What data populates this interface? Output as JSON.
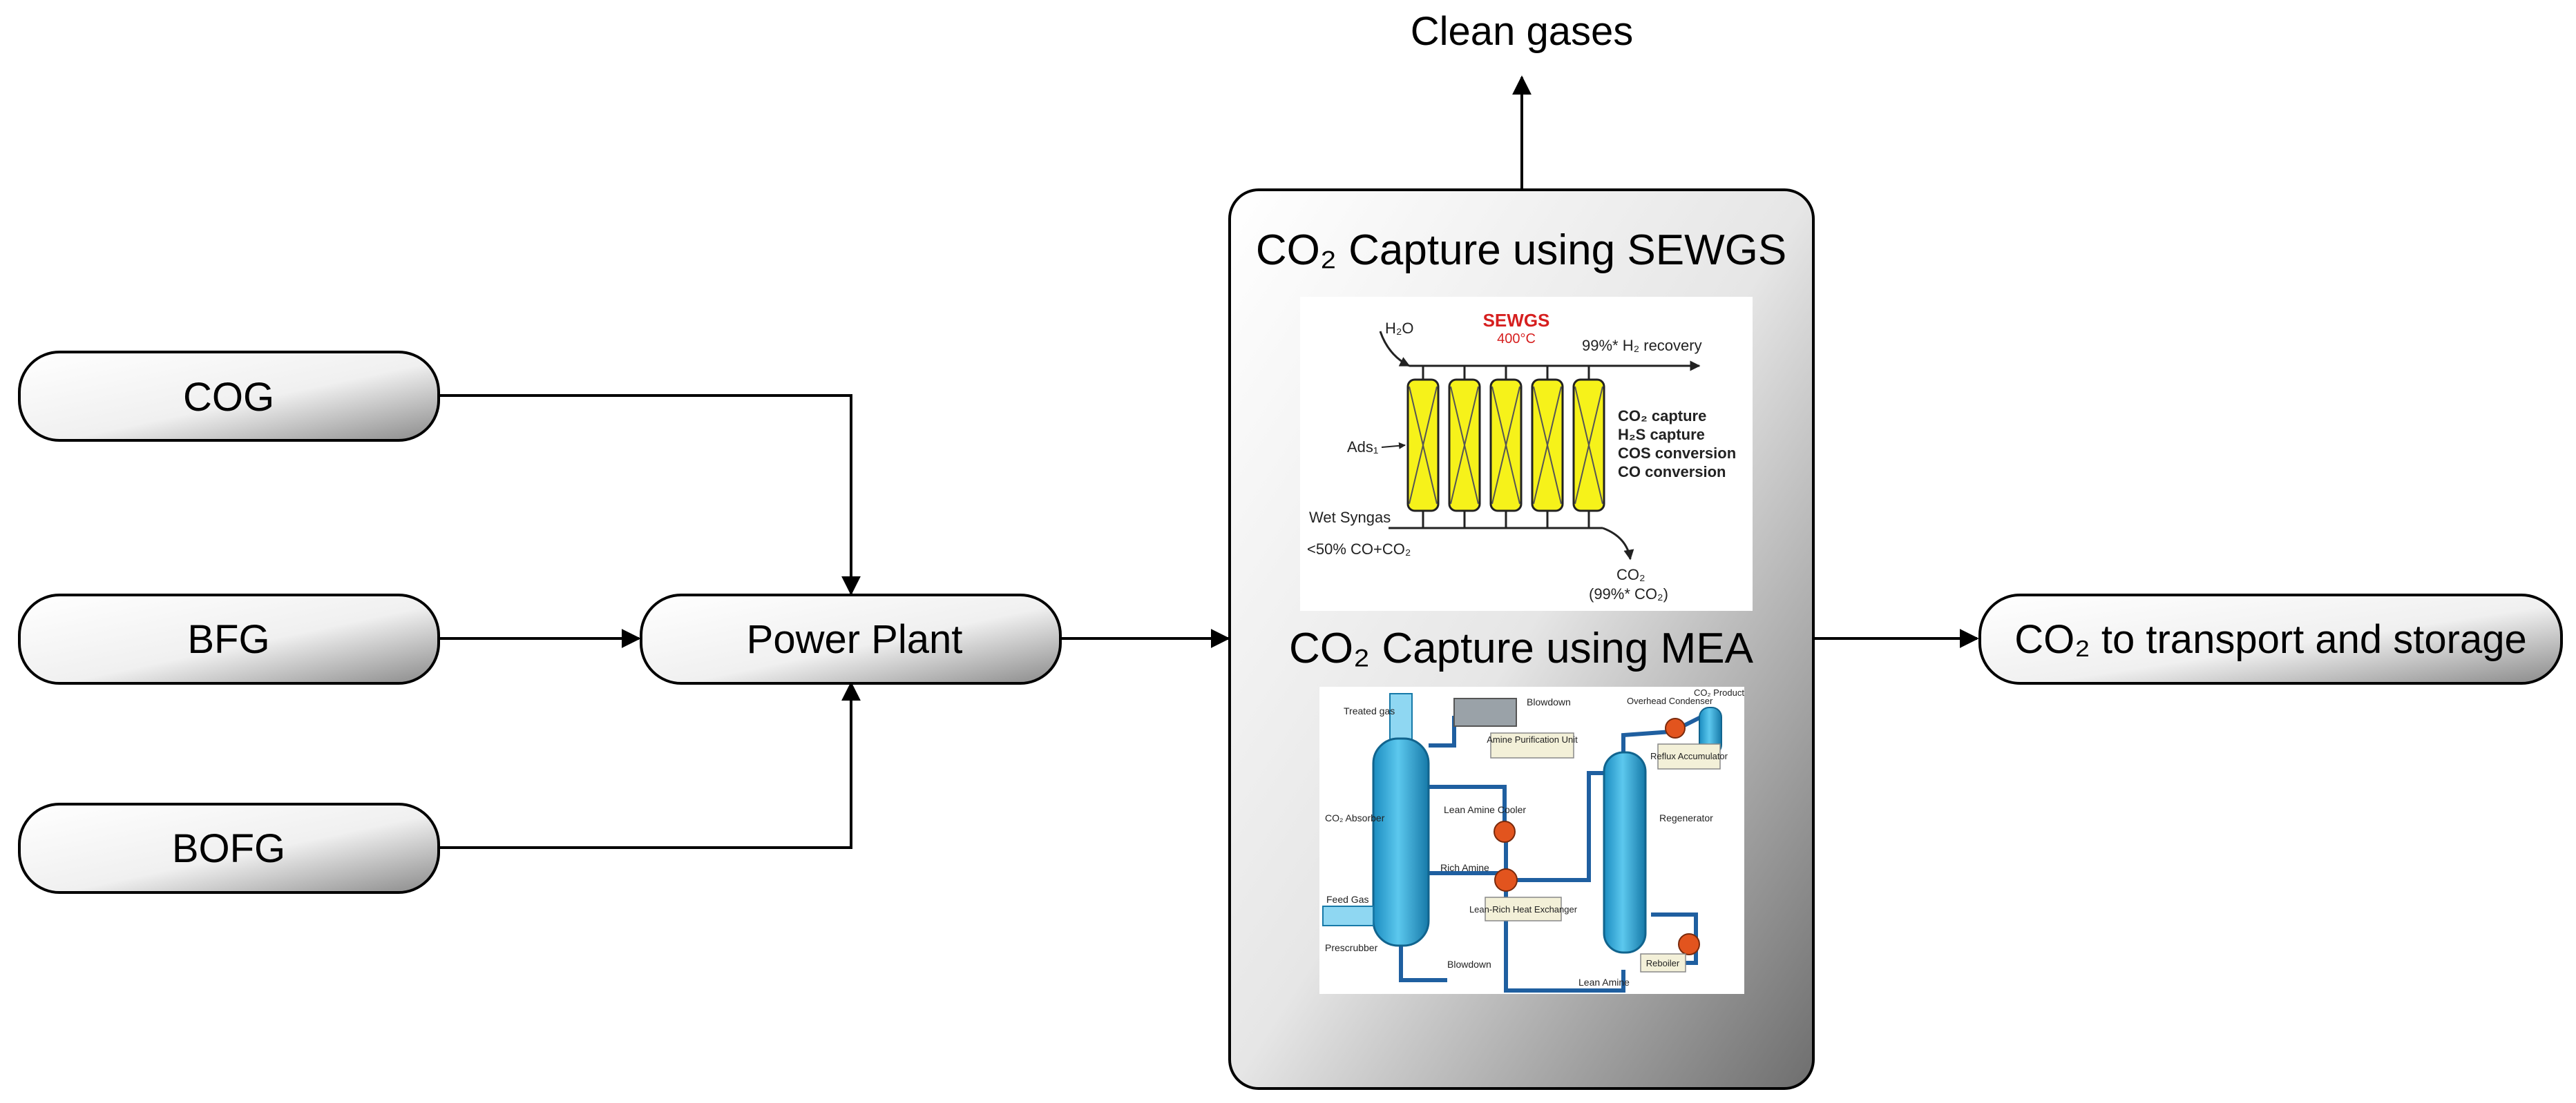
{
  "inputs": [
    {
      "label": "COG"
    },
    {
      "label": "BFG"
    },
    {
      "label": "BOFG"
    }
  ],
  "power_plant": {
    "label": "Power Plant"
  },
  "capture": {
    "sewgs_title": "CO₂ Capture using SEWGS",
    "mea_title": "CO₂ Capture using MEA",
    "sewgs_diagram": {
      "title": "SEWGS",
      "temperature": "400°C",
      "h2o_label": "H₂O",
      "h2_recovery": "99%* H₂ recovery",
      "ads_label": "Ads₁",
      "wet_syngas": "Wet Syngas",
      "syngas_note": "<50% CO+CO₂",
      "co2_out": "CO₂",
      "co2_purity": "(99%* CO₂)",
      "functions": [
        "CO₂ capture",
        "H₂S capture",
        "COS conversion",
        "CO conversion"
      ],
      "colors": {
        "title": "#d61f1f",
        "bed": "#f6f21a"
      }
    },
    "mea_diagram": {
      "labels": {
        "treated_gas": "Treated gas",
        "blowdown_top": "Blowdown",
        "amine_purification": "Amine Purification Unit",
        "overhead_condenser": "Overhead Condenser",
        "co2_product": "CO₂ Product",
        "reflux_accumulator": "Reflux Accumulator",
        "co2_absorber": "CO₂ Absorber",
        "lean_amine_cooler": "Lean Amine Cooler",
        "regenerator": "Regenerator",
        "rich_amine": "Rich Amine",
        "lean_rich_hx": "Lean-Rich Heat Exchanger",
        "feed_gas": "Feed Gas",
        "prescrubber": "Prescrubber",
        "blowdown_bottom": "Blowdown",
        "lean_amine": "Lean Amine",
        "reboiler": "Reboiler"
      },
      "colors": {
        "vessel": "#2aa7d8",
        "pipe": "#1f5fa0",
        "exchanger": "#e2541e"
      }
    }
  },
  "outputs": {
    "clean_gases": "Clean gases",
    "co2_storage": "CO₂ to transport and storage"
  }
}
